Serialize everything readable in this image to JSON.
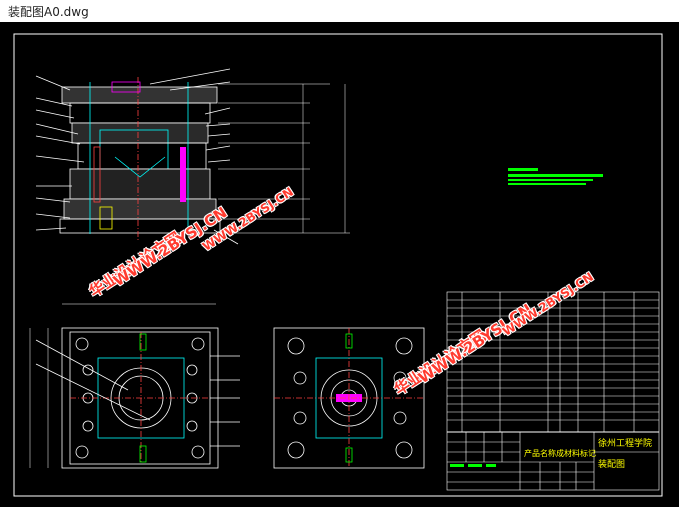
{
  "window": {
    "title": "装配图A0.dwg"
  },
  "watermarks": [
    {
      "text": "华业设计论文网",
      "angle": -30
    },
    {
      "text": "WWW.2BYSJ.CN",
      "angle": -30
    }
  ],
  "drawing": {
    "title_block": {
      "product_name": "产品名称成材料标记",
      "school": "徐州工程学院",
      "drawing_name": "装配图"
    },
    "colors": {
      "background": "#000000",
      "lines": "#ffffff",
      "accent": "#00ffff",
      "notes": "#00ff00",
      "part": "#ff00ff"
    }
  }
}
